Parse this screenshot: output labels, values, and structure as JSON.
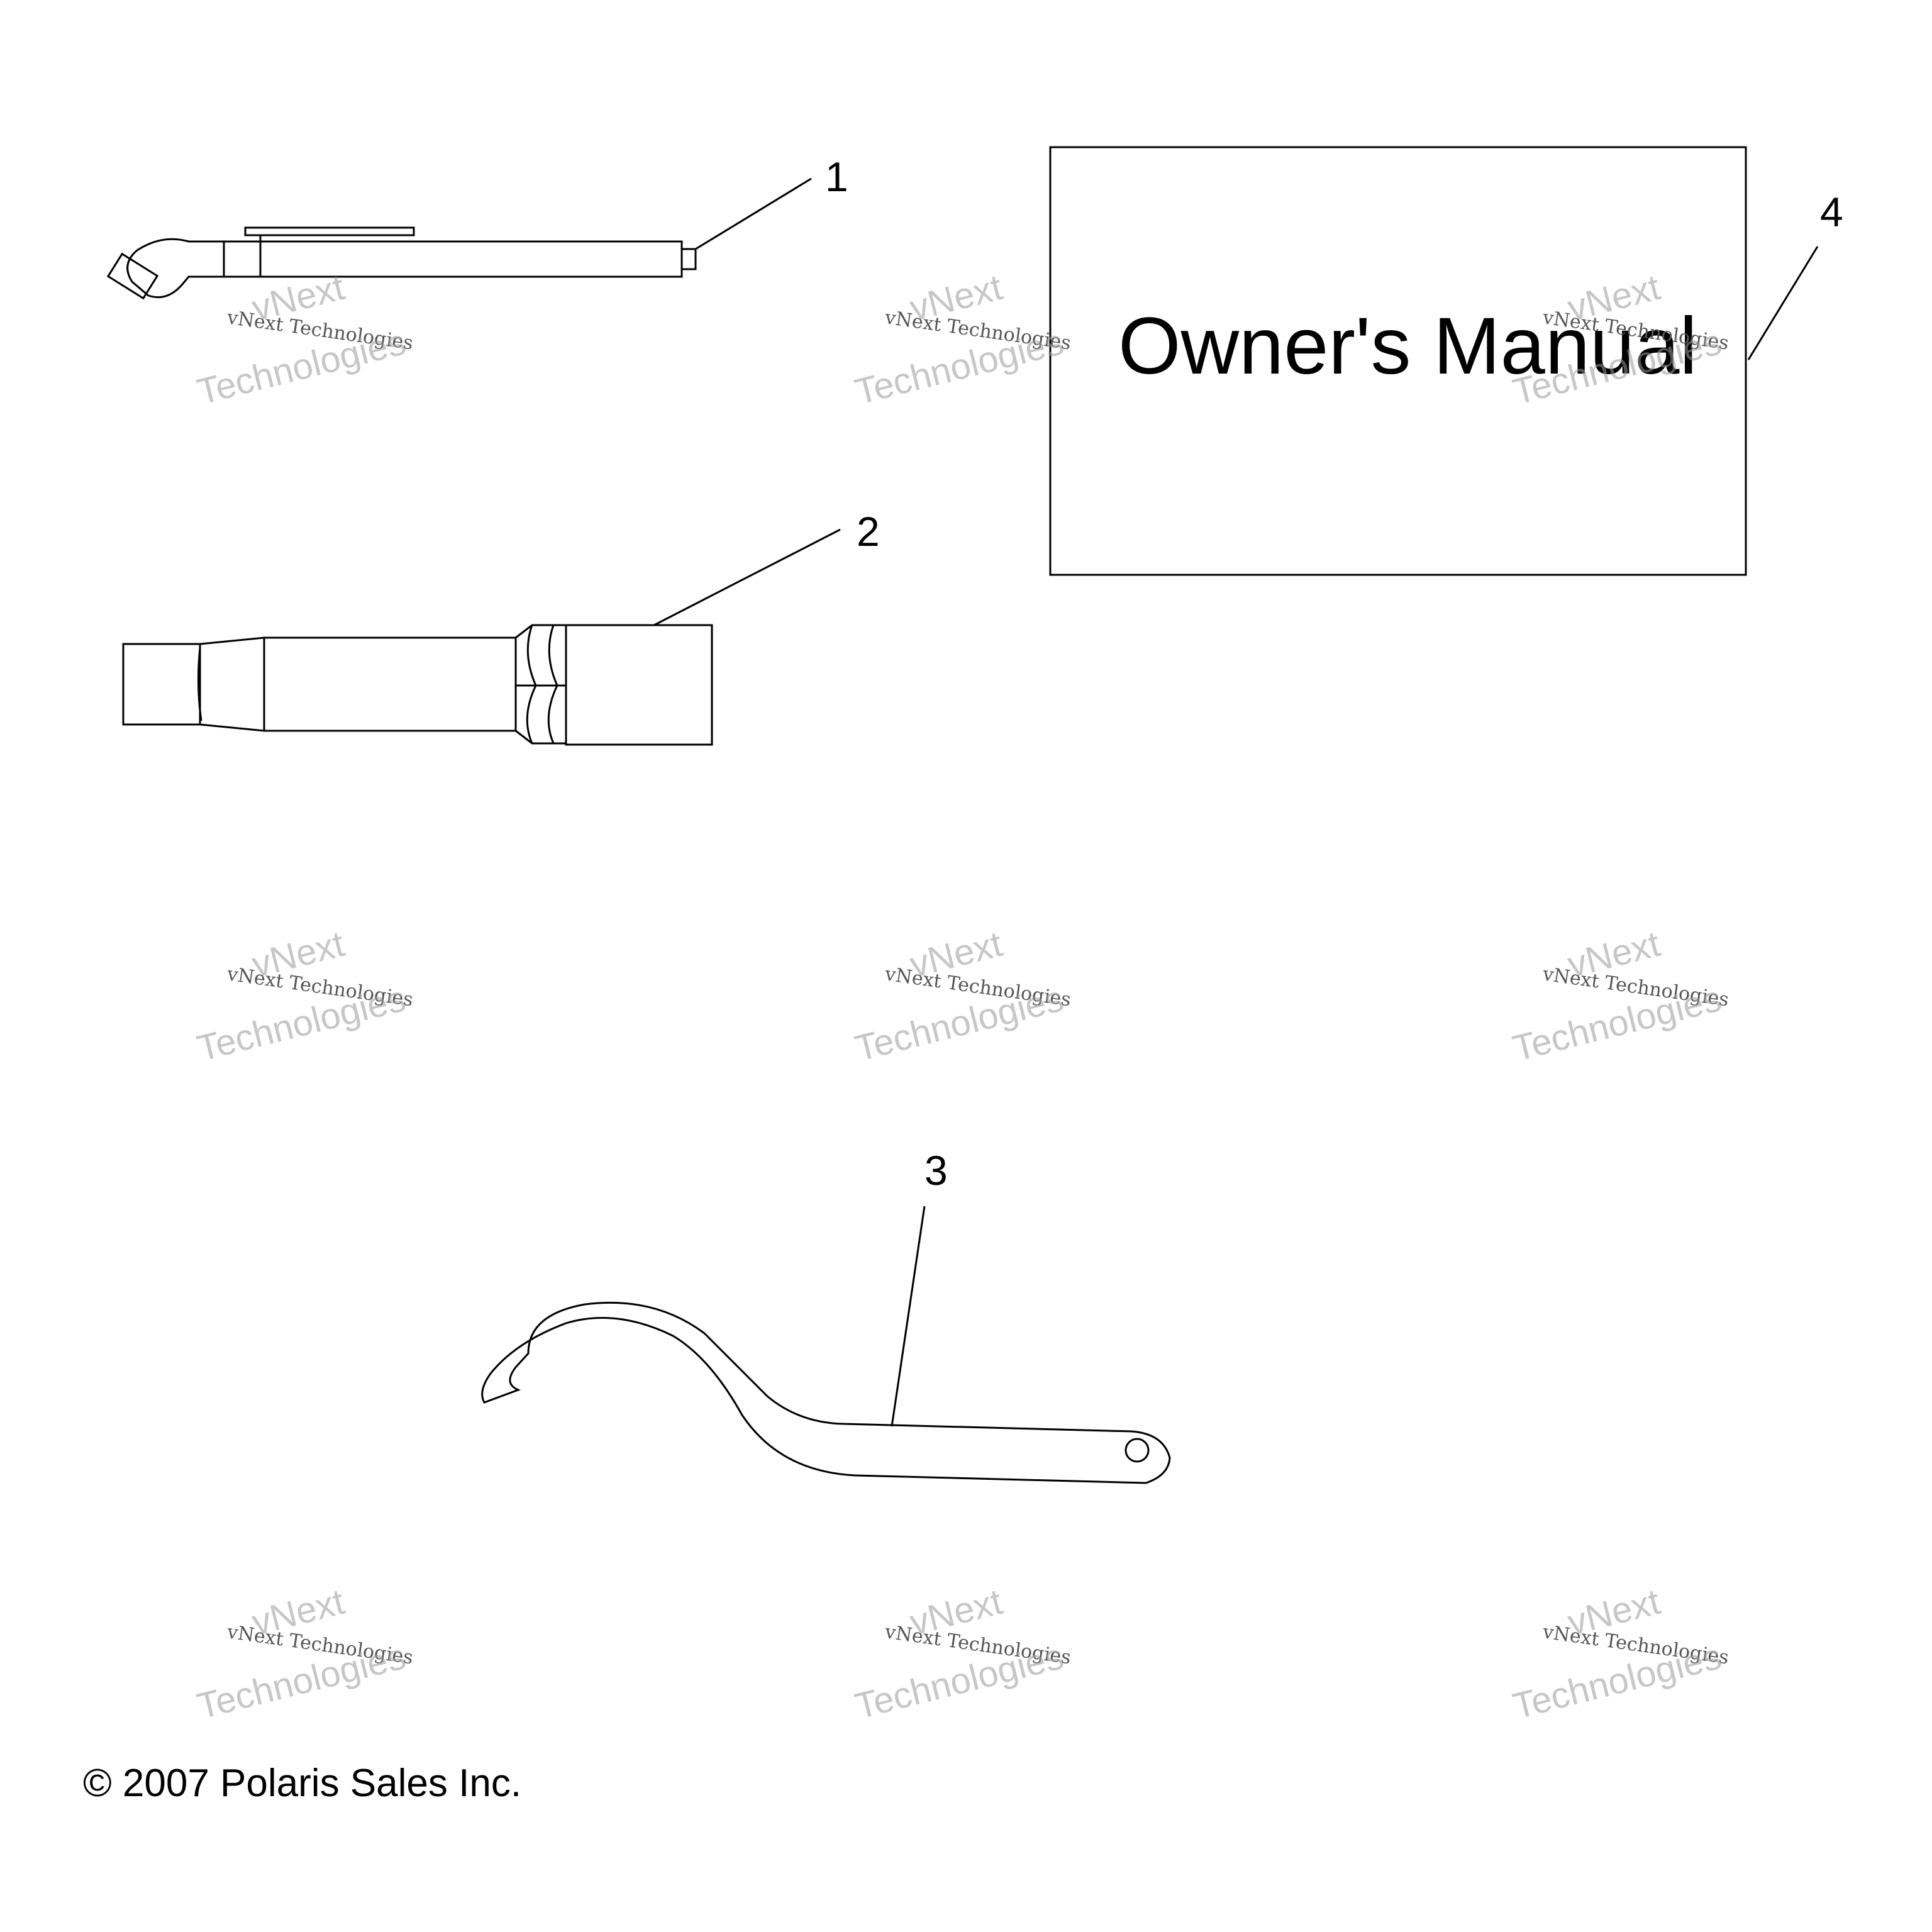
{
  "callouts": [
    {
      "id": "1"
    },
    {
      "id": "2"
    },
    {
      "id": "3"
    },
    {
      "id": "4"
    }
  ],
  "callout_labels": {
    "one": "1",
    "two": "2",
    "three": "3",
    "four": "4"
  },
  "manual": {
    "title": "Owner's Manual"
  },
  "copyright": "© 2007 Polaris Sales Inc.",
  "watermark": {
    "line1": "vNext",
    "line2": "vNext Technologies",
    "line3": "Technologies"
  }
}
